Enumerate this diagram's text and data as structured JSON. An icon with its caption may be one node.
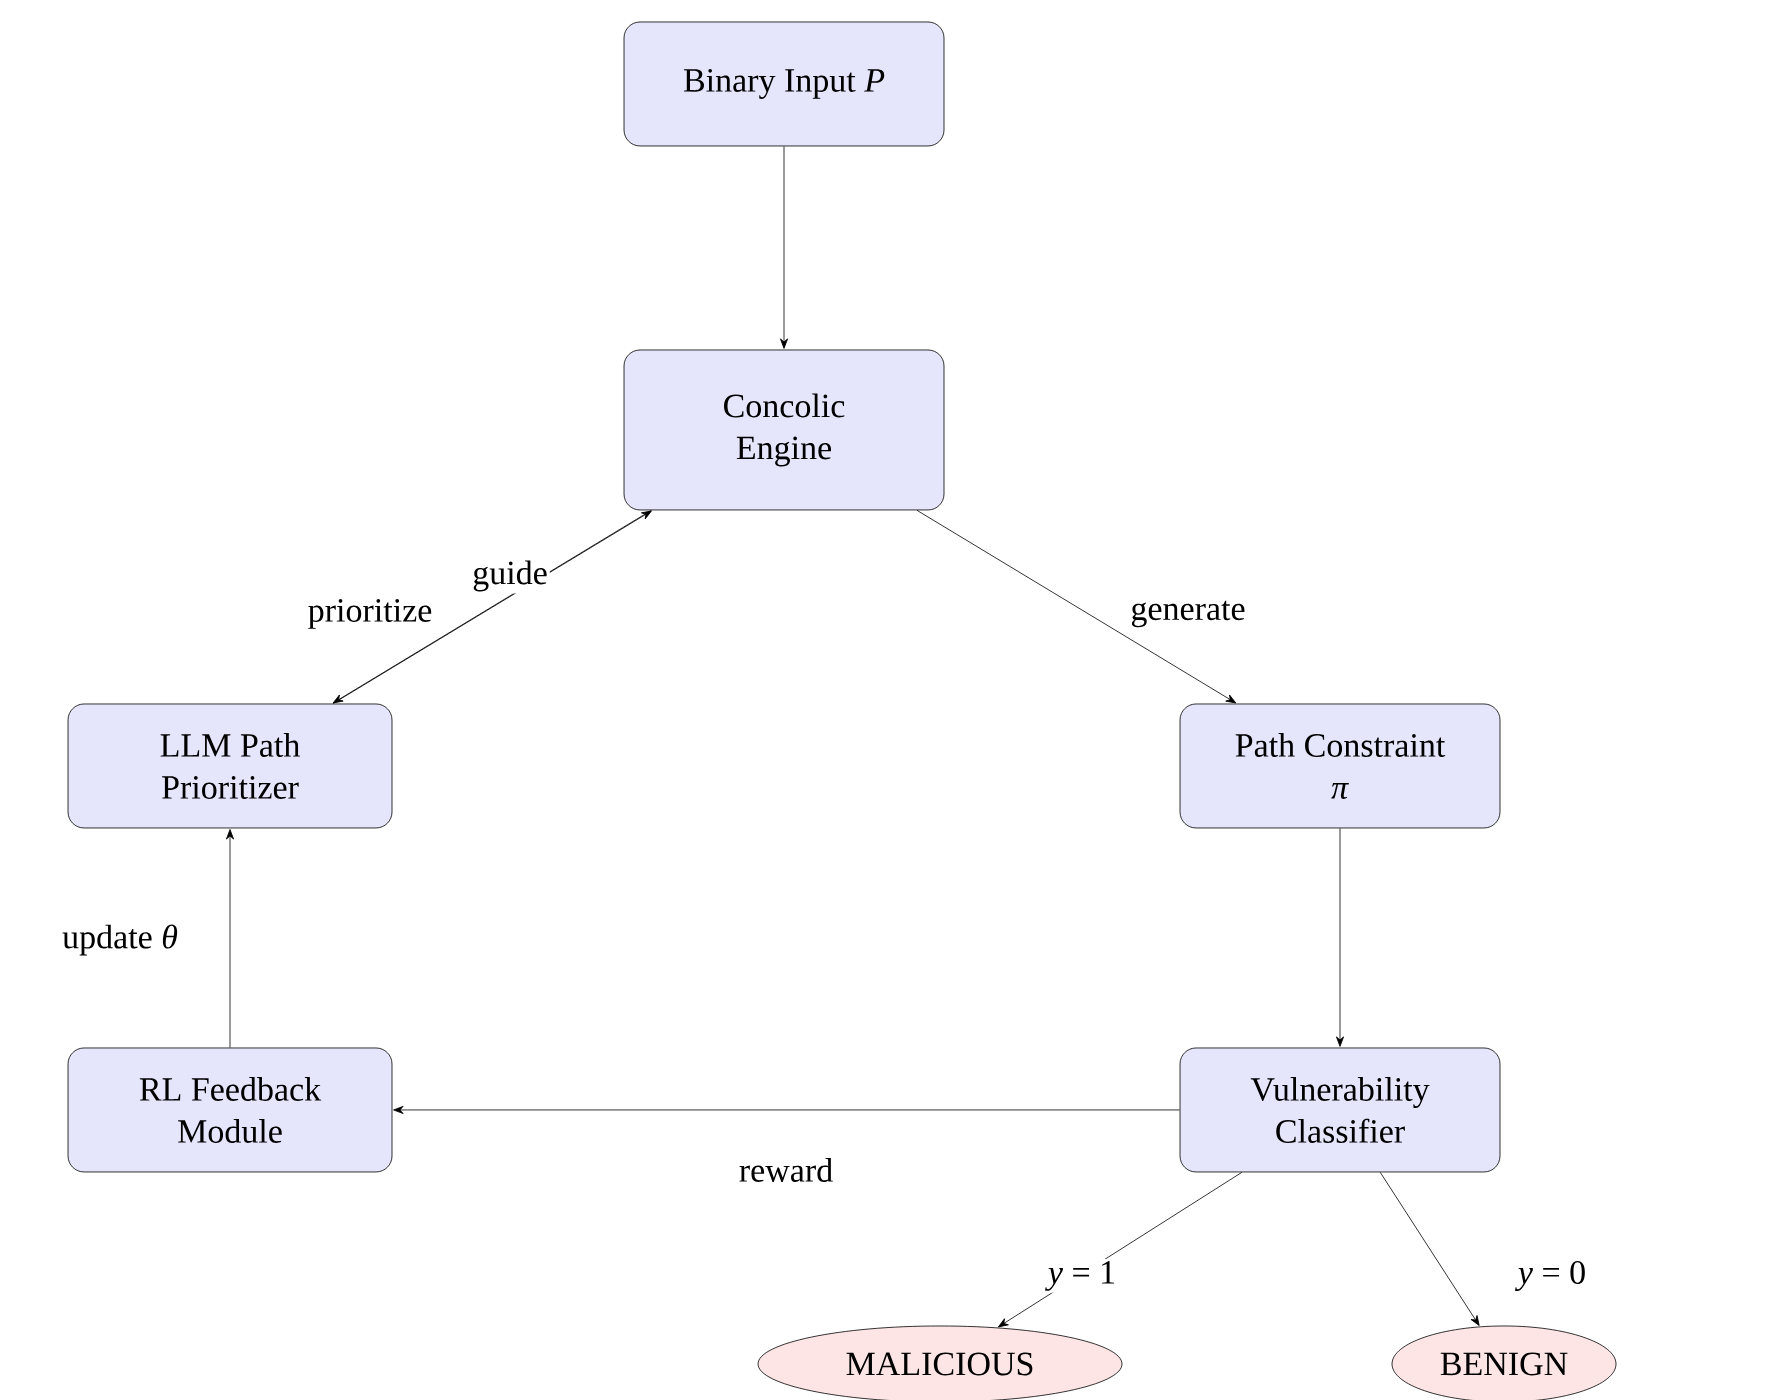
{
  "diagram": {
    "nodes": [
      {
        "text": [
          "Binary Input *P*"
        ]
      },
      {
        "text": [
          "Concolic Engine"
        ]
      },
      {
        "text": [
          "LLM Path Prioritizer"
        ]
      },
      {
        "text": [
          "Path Constraint *π*"
        ]
      },
      {
        "text": [
          "RL Feedback Module"
        ]
      },
      {
        "text": [
          "Vulnerability Classifier"
        ]
      },
      {
        "text": [
          "MALICIOUS"
        ]
      },
      {
        "text": [
          "BENIGN"
        ]
      }
    ],
    "edges": [
      {
        "from": 0,
        "to": 1,
        "arrow": "to"
      },
      {
        "from": 1,
        "to": 2,
        "arrow": "to",
        "label": "prioritize"
      },
      {
        "from": 2,
        "to": 1,
        "arrow": "to",
        "label": "guide"
      },
      {
        "from": 1,
        "to": 3,
        "arrow": "to",
        "label": "generate"
      },
      {
        "from": 3,
        "to": 5,
        "arrow": "to"
      },
      {
        "from": 5,
        "to": 4,
        "arrow": "to",
        "label": "reward"
      },
      {
        "from": 4,
        "to": 2,
        "arrow": "to",
        "label": "update *θ*"
      },
      {
        "from": 5,
        "to": 6,
        "arrow": "to",
        "label": "*y* = 1"
      },
      {
        "from": 5,
        "to": 7,
        "arrow": "to",
        "label": "*y* = 0"
      }
    ]
  }
}
